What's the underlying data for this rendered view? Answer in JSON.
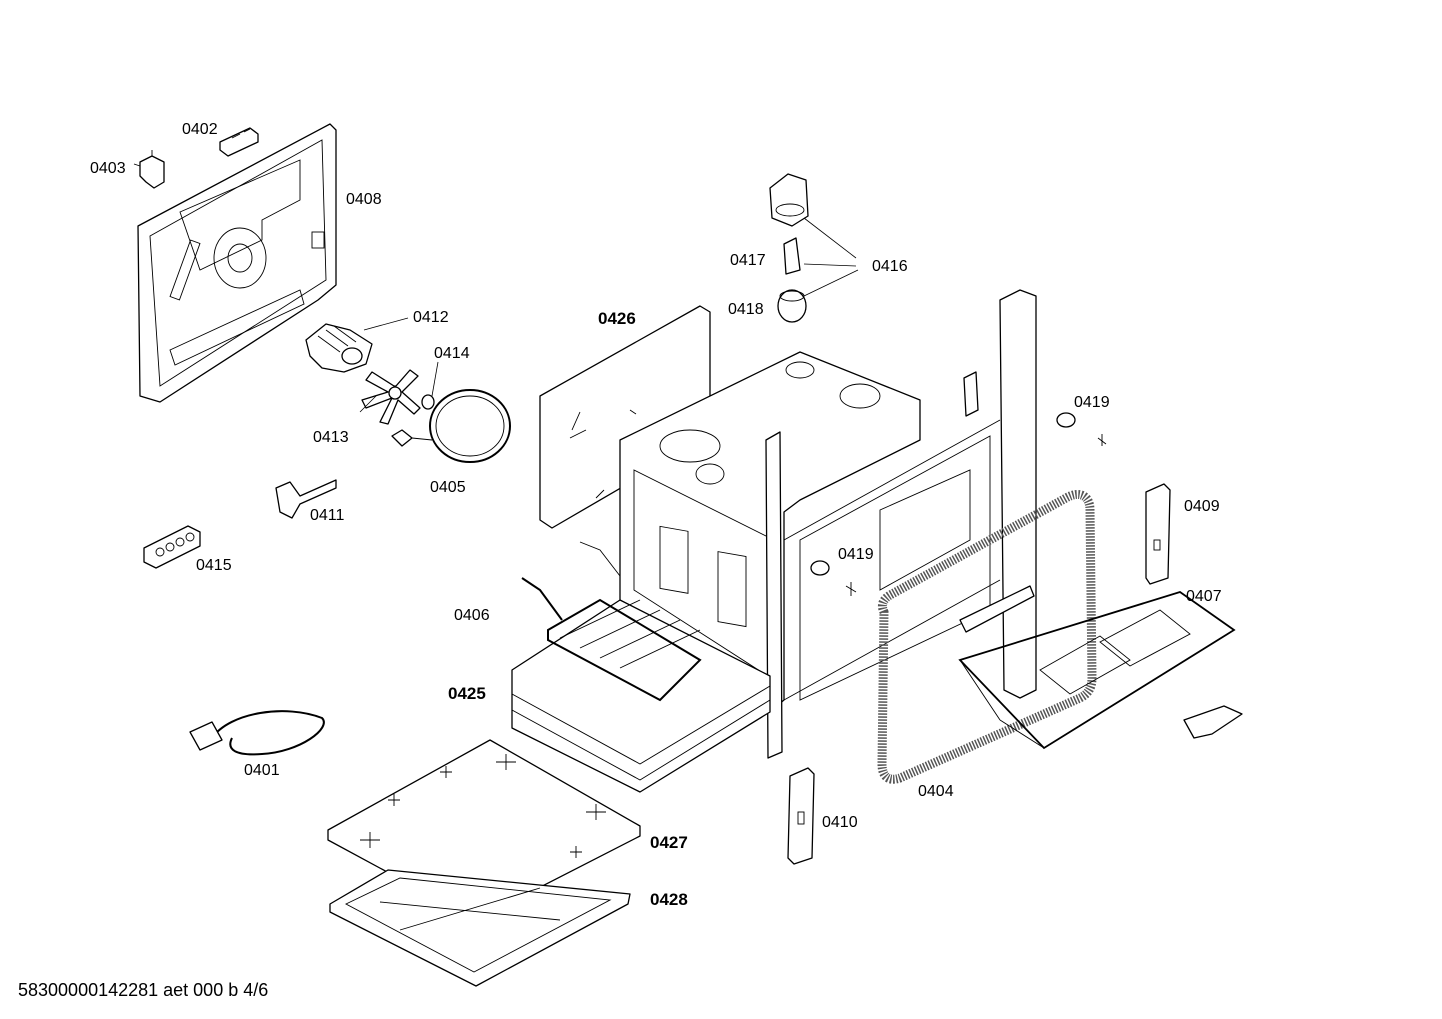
{
  "callouts": {
    "c0401": "0401",
    "c0402": "0402",
    "c0403": "0403",
    "c0404": "0404",
    "c0405": "0405",
    "c0406": "0406",
    "c0407": "0407",
    "c0408": "0408",
    "c0409": "0409",
    "c0410": "0410",
    "c0411": "0411",
    "c0412": "0412",
    "c0413": "0413",
    "c0414": "0414",
    "c0415": "0415",
    "c0416": "0416",
    "c0417": "0417",
    "c0418": "0418",
    "c0419a": "0419",
    "c0419b": "0419",
    "c0425": "0425",
    "c0426": "0426",
    "c0427": "0427",
    "c0428": "0428"
  },
  "footer": {
    "doc_id": "58300000142281 aet 000 b 4/6"
  }
}
